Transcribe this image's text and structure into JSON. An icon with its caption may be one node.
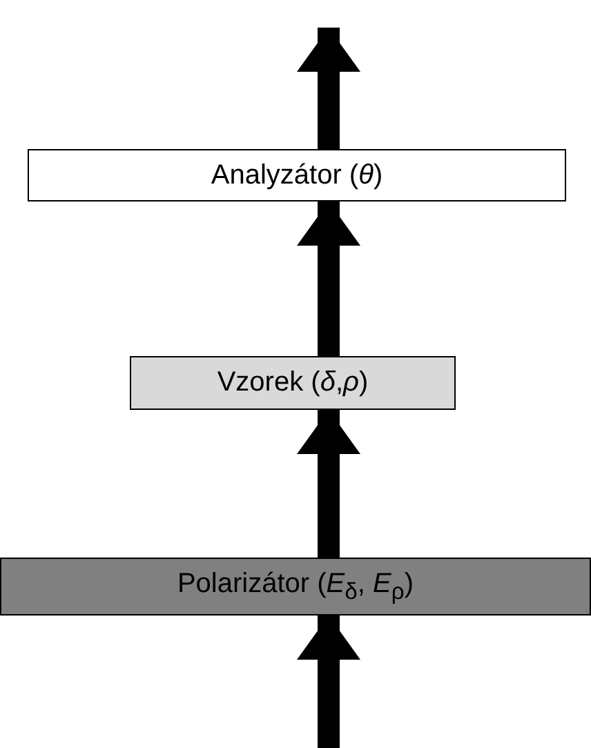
{
  "diagram": {
    "nodes": [
      {
        "text": [
          "Analyzátor (*θ*)"
        ]
      },
      {
        "text": [
          "Vzorek (*δ*,*ρ*)"
        ]
      },
      {
        "text": [
          "Polarizátor (*E*$_{δ}$, *E*$_{ρ}$)"
        ]
      }
    ],
    "edges": [
      {
        "from": 0,
        "to": null,
        "arrow": "to"
      },
      {
        "from": 1,
        "to": 0,
        "arrow": "to"
      },
      {
        "from": 2,
        "to": 1,
        "arrow": "to"
      },
      {
        "from": null,
        "to": 2,
        "arrow": "to"
      }
    ]
  }
}
